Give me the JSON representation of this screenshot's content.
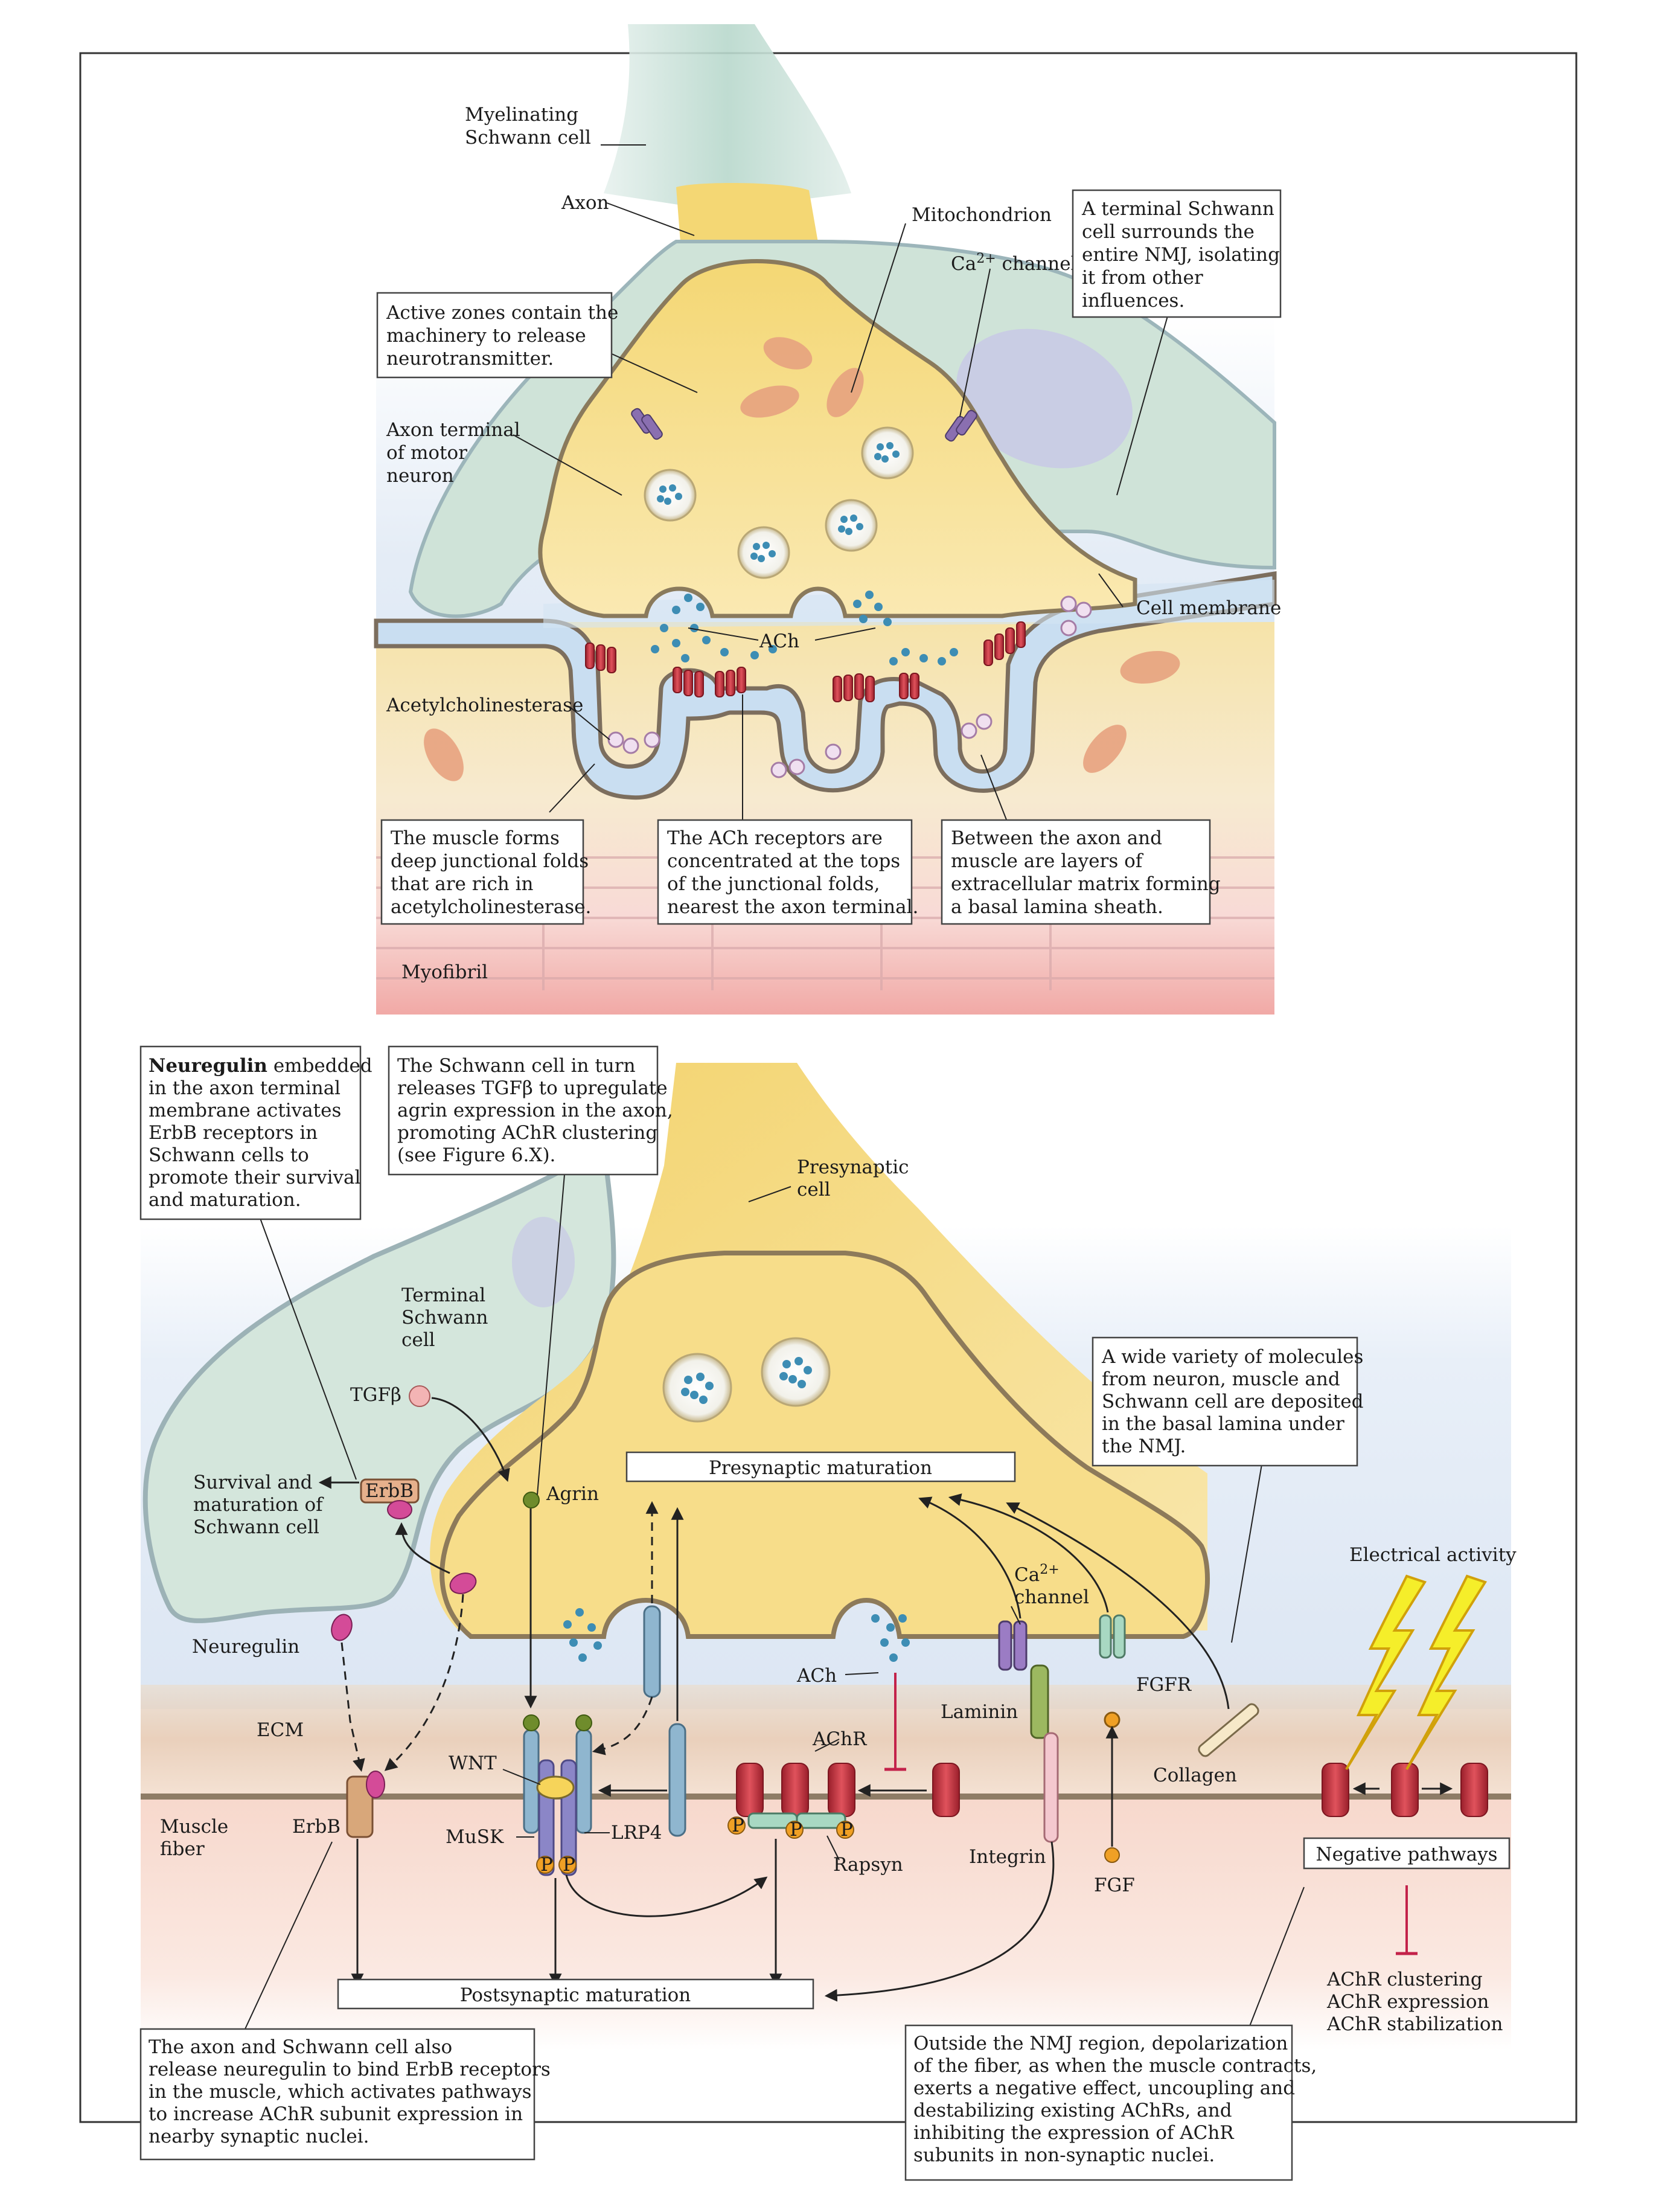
{
  "top_panel": {
    "labels": {
      "myelinating_schwann": [
        "Myelinating",
        "Schwann cell"
      ],
      "axon": "Axon",
      "mitochondrion": "Mitochondrion",
      "ca_channel": "Ca",
      "ca_superscript": "2+",
      "ca_channel_suffix": " channel",
      "axon_terminal": [
        "Axon terminal",
        "of motor",
        "neuron"
      ],
      "cell_membrane": "Cell membrane",
      "ach": "ACh",
      "acetylcholinesterase": "Acetylcholinesterase",
      "myofibril": "Myofibril"
    },
    "callouts": {
      "active_zones": [
        "Active zones contain the",
        "machinery to release",
        "neurotransmitter."
      ],
      "terminal_schwann": [
        "A terminal Schwann",
        "cell surrounds the",
        "entire NMJ, isolating",
        "it from other",
        "influences."
      ],
      "junctional_folds": [
        "The muscle forms",
        "deep junctional folds",
        "that are rich in",
        "acetylcholinesterase."
      ],
      "ach_receptors": [
        "The ACh receptors are",
        "concentrated at the tops",
        "of the junctional folds,",
        "nearest the axon terminal."
      ],
      "basal_lamina": [
        "Between the axon and",
        "muscle are layers of",
        "extracellular matrix forming",
        "a basal lamina sheath."
      ]
    }
  },
  "bottom_panel": {
    "callouts": {
      "neuregulin_bold": "Neuregulin",
      "neuregulin_rest": [
        " embedded",
        "in the axon terminal",
        "membrane activates",
        "ErbB receptors in",
        "Schwann cells to",
        "promote their survival",
        "and maturation."
      ],
      "tgfb": [
        "The Schwann cell in turn",
        "releases TGFβ to upregulate",
        "agrin expression in the axon,",
        "promoting AChR clustering",
        "(see Figure 6.X)."
      ],
      "molecules": [
        "A wide variety of molecules",
        "from neuron, muscle and",
        "Schwann cell are deposited",
        "in the basal lamina under",
        "the NMJ."
      ],
      "neuregulin_muscle": [
        "The axon and Schwann cell also",
        "release neuregulin to bind ErbB receptors",
        "in the muscle, which activates pathways",
        "to increase AChR subunit expression in",
        "nearby synaptic nuclei."
      ],
      "outside_nmj": [
        "Outside the NMJ region, depolarization",
        "of the fiber, as when the muscle contracts,",
        "exerts a negative effect, uncoupling and",
        "destabilizing existing AChRs, and",
        "inhibiting the expression of AChR",
        "subunits in non-synaptic nuclei."
      ]
    },
    "labels": {
      "presynaptic_cell": [
        "Presynaptic",
        "cell"
      ],
      "terminal_schwann": [
        "Terminal",
        "Schwann",
        "cell"
      ],
      "tgfb": "TGFβ",
      "erbb_box": "ErbB",
      "survival": [
        "Survival and",
        "maturation of",
        "Schwann cell"
      ],
      "agrin": "Agrin",
      "neuregulin": "Neuregulin",
      "ecm": "ECM",
      "muscle_fiber": [
        "Muscle",
        "fiber"
      ],
      "erbb": "ErbB",
      "wnt": "WNT",
      "musk": "MuSK",
      "lrp4": "LRP4",
      "achr": "AChR",
      "rapsyn": "Rapsyn",
      "ach": "ACh",
      "laminin": "Laminin",
      "ca_channel": [
        "Ca",
        "channel"
      ],
      "ca_superscript": "2+",
      "fgfr": "FGFR",
      "fgf": "FGF",
      "integrin": "Integrin",
      "collagen": "Collagen",
      "electrical_activity": "Electrical activity",
      "phospho": "P",
      "presynaptic_maturation": "Presynaptic maturation",
      "postsynaptic_maturation": "Postsynaptic maturation",
      "negative_pathways": "Negative pathways",
      "negative_targets": [
        "AChR clustering",
        "AChR expression",
        "AChR stabilization"
      ]
    }
  },
  "colors": {
    "axon_fill": "#f6dc80",
    "axon_edge": "#8a7a5c",
    "schwann_fill": "#cfe3d6",
    "muscle_fill": "#f7e2a8",
    "cleft_fill": "#cfe0f2",
    "achr": "#c7323f",
    "vesicle": "#3d8db4",
    "background_blue": "#dce7f4"
  }
}
